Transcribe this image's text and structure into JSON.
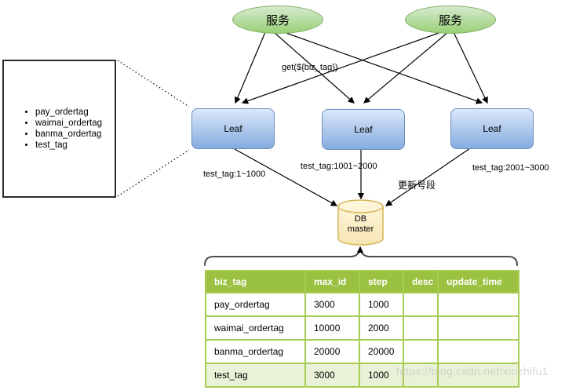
{
  "services": [
    {
      "label": "服务"
    },
    {
      "label": "服务"
    }
  ],
  "leaves": [
    {
      "label": "Leaf"
    },
    {
      "label": "Leaf"
    },
    {
      "label": "Leaf"
    }
  ],
  "biz_tags": {
    "items": [
      "pay_ordertag",
      "waimai_ordertag",
      "banma_ordertag",
      "test_tag"
    ]
  },
  "edge_labels": {
    "get": "get(${biz_tag})",
    "range1": "test_tag:1~1000",
    "range2": "test_tag:1001~2000",
    "range3": "test_tag:2001~3000",
    "update": "更新号段"
  },
  "db": {
    "line1": "DB",
    "line2": "master"
  },
  "table": {
    "headers": [
      "biz_tag",
      "max_id",
      "step",
      "desc",
      "update_time"
    ],
    "rows": [
      [
        "pay_ordertag",
        "3000",
        "1000",
        "",
        ""
      ],
      [
        "waimai_ordertag",
        "10000",
        "2000",
        "",
        ""
      ],
      [
        "banma_ordertag",
        "20000",
        "20000",
        "",
        ""
      ],
      [
        "test_tag",
        "3000",
        "1000",
        "",
        ""
      ]
    ],
    "highlight_row_index": 3
  },
  "watermark": "https://blog.csdn.net/xinzhifu1",
  "colors": {
    "service-fill-top": "#d7eacf",
    "service-fill-bottom": "#99d077",
    "service-stroke": "#82b366",
    "leaf-fill-top": "#dbe8fb",
    "leaf-fill-bottom": "#85abde",
    "leaf-stroke": "#6c8ebf",
    "db-fill-top": "#fff7e0",
    "db-fill-bottom": "#f6e5b2",
    "db-stroke": "#d6b656",
    "table-header-bg": "#9ac140",
    "table-border": "#a6cc51",
    "table-header-text": "#ffffff",
    "table-row-highlight": "#e9f2d7",
    "connector": "#000000",
    "watermark-color": "#c8c8c8"
  }
}
